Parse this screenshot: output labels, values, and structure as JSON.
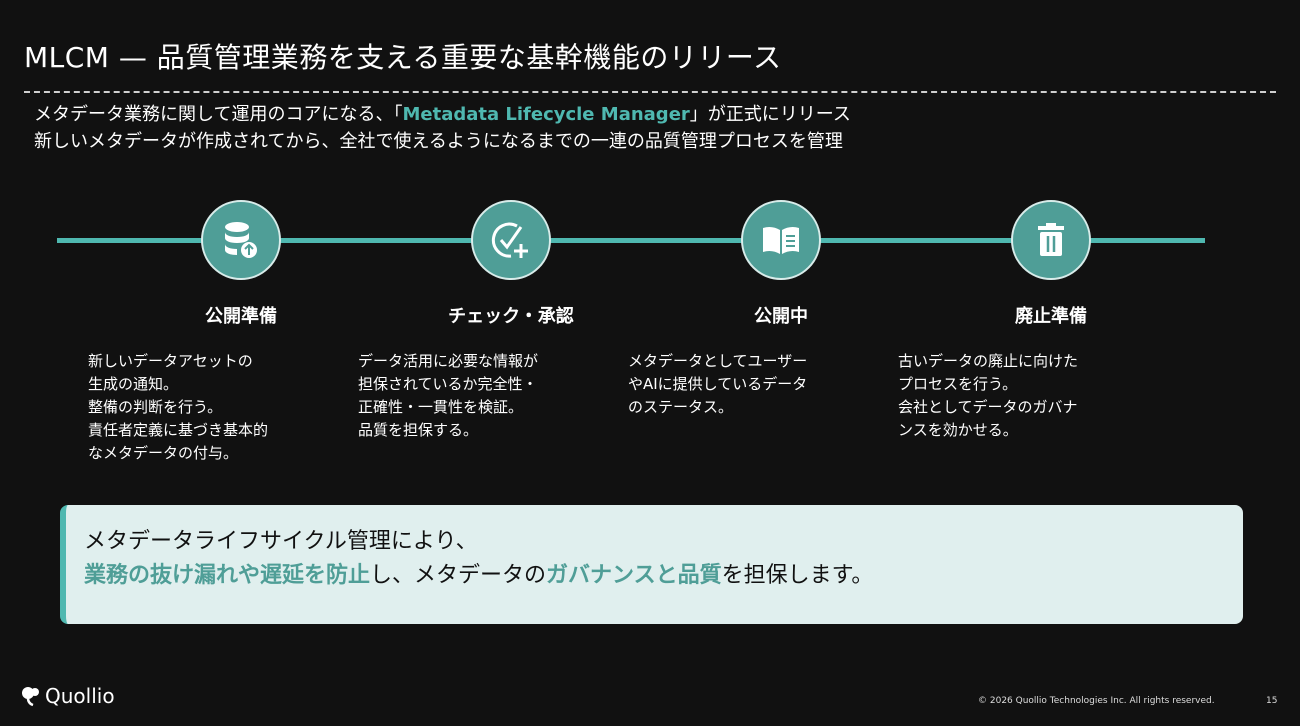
{
  "title": "MLCM — 品質管理業務を支える重要な基幹機能のリリース",
  "subtitle": {
    "line1_pre": "メタデータ業務に関して運用のコアになる、「",
    "line1_accent": "Metadata Lifecycle Manager",
    "line1_post": "」が正式にリリース",
    "line2": "新しいメタデータが作成されてから、全社で使えるようになるまでの一連の品質管理プロセスを管理"
  },
  "steps": [
    {
      "icon": "database-upload-icon",
      "title": "公開準備",
      "desc": "新しいデータアセットの\n生成の通知。\n整備の判断を行う。\n責任者定義に基づき基本的\nなメタデータの付与。"
    },
    {
      "icon": "check-plus-icon",
      "title": "チェック・承認",
      "desc": "データ活用に必要な情報が\n担保されているか完全性・\n正確性・一貫性を検証。\n品質を担保する。"
    },
    {
      "icon": "open-book-icon",
      "title": "公開中",
      "desc": "メタデータとしてユーザー\nやAIに提供しているデータ\nのステータス。"
    },
    {
      "icon": "trash-icon",
      "title": "廃止準備",
      "desc": "古いデータの廃止に向けた\nプロセスを行う。\n会社としてデータのガバナ\nンスを効かせる。"
    }
  ],
  "callout": {
    "line1": "メタデータライフサイクル管理により、",
    "hl1": "業務の抜け漏れや遅延を防止",
    "mid": "し、メタデータの",
    "hl2": "ガバナンスと品質",
    "end": "を担保します。"
  },
  "footer": {
    "logo": "Quollio",
    "copyright": "© 2026 Quollio Technologies Inc. All rights reserved.",
    "page": "15"
  },
  "colors": {
    "background": "#111111",
    "accent": "#4fb8b0",
    "circle": "#4f9e97",
    "callout_bg": "#e0efee"
  }
}
